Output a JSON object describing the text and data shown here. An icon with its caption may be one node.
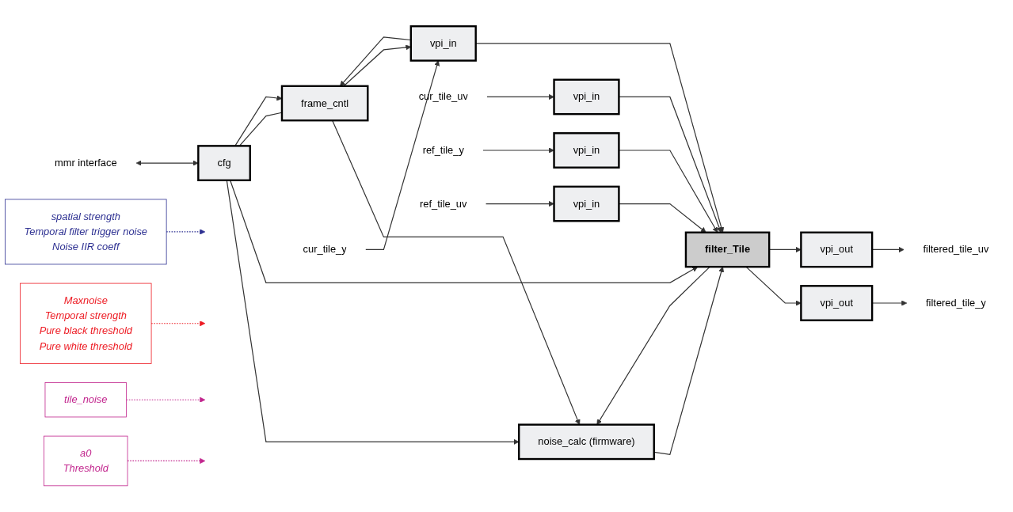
{
  "diagram": {
    "nodes": [
      {
        "text": [
          "spatial strength",
          "Temporal filter trigger noise",
          "Noise IIR coeff"
        ]
      },
      {
        "text": [
          "Maxnoise",
          "Temporal strength",
          "Pure black threshold",
          "Pure white threshold"
        ]
      },
      {
        "text": [
          "mmr interface"
        ]
      },
      {
        "text": [
          "cfg"
        ]
      },
      {
        "text": [
          "noise_calc (firmware)"
        ]
      },
      {
        "text": [
          "tile_noise"
        ]
      },
      {
        "text": [
          "frame_cntl"
        ]
      },
      {
        "text": [
          "a0",
          "Threshold"
        ]
      },
      {
        "text": [
          "cur_tile_y"
        ]
      },
      {
        "text": [
          "vpi_in"
        ]
      },
      {
        "text": [
          "cur_tile_uv"
        ]
      },
      {
        "text": [
          "vpi_in"
        ]
      },
      {
        "text": [
          "filtered_tile_y"
        ]
      },
      {
        "text": [
          "filtered_tile_uv"
        ]
      },
      {
        "text": [
          "vpi_out"
        ]
      },
      {
        "text": [
          "vpi_out"
        ]
      },
      {
        "text": [
          "filter_Tile"
        ]
      },
      {
        "text": [
          "ref_tile_y"
        ]
      },
      {
        "text": [
          "vpi_in"
        ]
      },
      {
        "text": [
          "ref_tile_uv"
        ]
      },
      {
        "text": [
          "vpi_in"
        ]
      }
    ],
    "edges": [
      {
        "from": 2,
        "to": 3,
        "arrow": "both"
      },
      {
        "from": 3,
        "to": 4,
        "arrow": "to"
      },
      {
        "from": 3,
        "to": 16,
        "arrow": "to"
      },
      {
        "from": 3,
        "to": 6,
        "arrow": "none"
      },
      {
        "from": 3,
        "to": 6,
        "arrow": "to"
      },
      {
        "from": 6,
        "to": 4,
        "arrow": "to"
      },
      {
        "from": 9,
        "to": 6,
        "arrow": "to"
      },
      {
        "from": 6,
        "to": 9,
        "arrow": "to"
      },
      {
        "from": 16,
        "to": 4,
        "arrow": "to"
      },
      {
        "from": 4,
        "to": 16,
        "arrow": "to"
      },
      {
        "from": 8,
        "to": 9,
        "arrow": "to"
      },
      {
        "from": 10,
        "to": 11,
        "arrow": "to"
      },
      {
        "from": 17,
        "to": 18,
        "arrow": "to"
      },
      {
        "from": 19,
        "to": 20,
        "arrow": "to"
      },
      {
        "from": 9,
        "to": 16,
        "arrow": "to"
      },
      {
        "from": 11,
        "to": 16,
        "arrow": "to"
      },
      {
        "from": 18,
        "to": 16,
        "arrow": "to"
      },
      {
        "from": 20,
        "to": 16,
        "arrow": "to"
      },
      {
        "from": 16,
        "to": 14,
        "arrow": "to"
      },
      {
        "from": 16,
        "to": 15,
        "arrow": "to"
      },
      {
        "from": 14,
        "to": 12,
        "arrow": "to"
      },
      {
        "from": 15,
        "to": 13,
        "arrow": "to"
      },
      {
        "from": 0,
        "to": null,
        "arrow": "to",
        "style": "dashed",
        "color": "#2e3192"
      },
      {
        "from": 1,
        "to": null,
        "arrow": "to",
        "style": "dashed",
        "color": "#ed1c24"
      },
      {
        "from": 5,
        "to": null,
        "arrow": "to",
        "style": "dashed",
        "color": "#c2268e"
      },
      {
        "from": 7,
        "to": null,
        "arrow": "to",
        "style": "dashed",
        "color": "#c2268e"
      }
    ]
  }
}
